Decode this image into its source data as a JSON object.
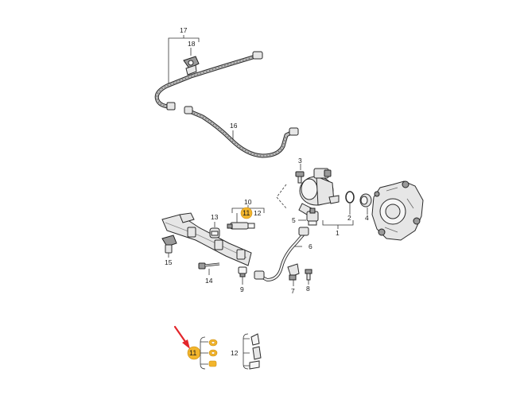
{
  "labels": {
    "p1": "1",
    "p2": "2",
    "p3": "3",
    "p4": "4",
    "p5": "5",
    "p6": "6",
    "p7": "7",
    "p8": "8",
    "p9": "9",
    "p10": "10",
    "p11": "11",
    "p12": "12",
    "p13": "13",
    "p14": "14",
    "p15": "15",
    "p16": "16",
    "p17": "17",
    "p18": "18",
    "detail11": "11",
    "detail12": "12"
  },
  "colors": {
    "highlight": "#f2b52c",
    "arrow": "#e3262b"
  }
}
